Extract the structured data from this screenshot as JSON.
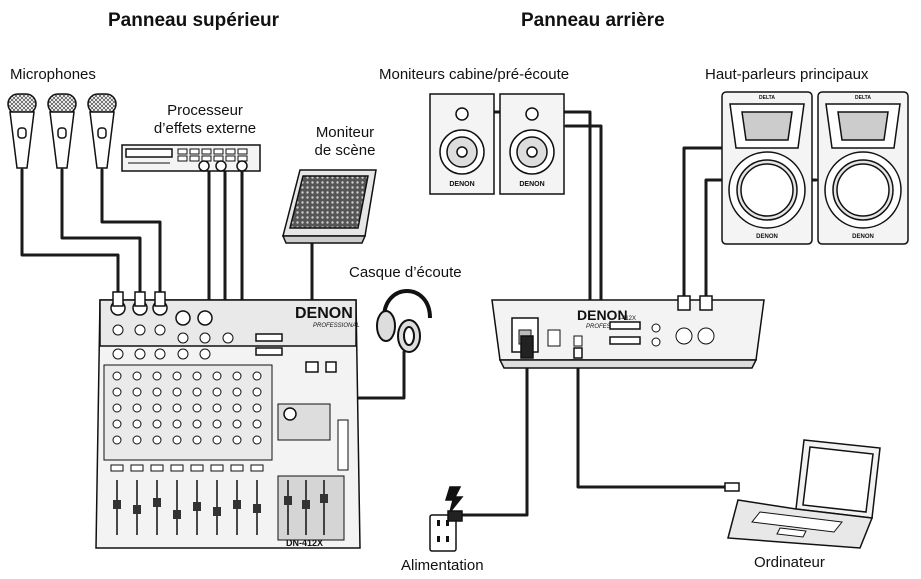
{
  "titles": {
    "top_panel": "Panneau supérieur",
    "rear_panel": "Panneau arrière"
  },
  "labels": {
    "microphones": "Microphones",
    "fx_processor_line1": "Processeur",
    "fx_processor_line2": "d’effets externe",
    "stage_monitor_line1": "Moniteur",
    "stage_monitor_line2": "de scène",
    "headphones": "Casque d’écoute",
    "booth_monitors": "Moniteurs cabine/pré-écoute",
    "main_speakers": "Haut-parleurs principaux",
    "power": "Alimentation",
    "computer": "Ordinateur"
  },
  "device_text": {
    "brand": "DENON",
    "brand_sub": "PROFESSIONAL",
    "model": "DN-412X",
    "rear_model_fragment": "-412X",
    "speaker_brand": "DELTA"
  },
  "colors": {
    "line": "#111111",
    "device_fill": "#f2f2f2",
    "panel_gray": "#c8c8c8",
    "cable": "#1a1a1a"
  },
  "icons": {
    "power_warning": "lightning-bolt-warning-icon",
    "outlet": "power-outlet-icon"
  }
}
